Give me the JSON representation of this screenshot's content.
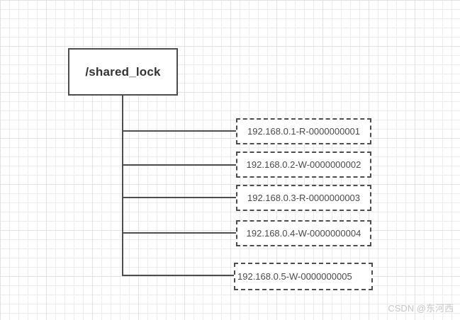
{
  "diagram": {
    "root": {
      "label": "/shared_lock"
    },
    "children": [
      {
        "label": "192.168.0.1-R-0000000001"
      },
      {
        "label": "192.168.0.2-W-0000000002"
      },
      {
        "label": "192.168.0.3-R-0000000003"
      },
      {
        "label": "192.168.0.4-W-0000000004"
      },
      {
        "label": "192.168.0.5-W-0000000005"
      }
    ]
  },
  "watermark": {
    "text": "CSDN @东河西"
  },
  "colors": {
    "line": "#4d4d4d",
    "node_border": "#4d4d4d",
    "root_text": "#333333",
    "child_text": "#4a4a4a",
    "grid_minor": "#ececec",
    "grid_major": "#e2e2e2",
    "watermark": "#c6c6c6"
  }
}
